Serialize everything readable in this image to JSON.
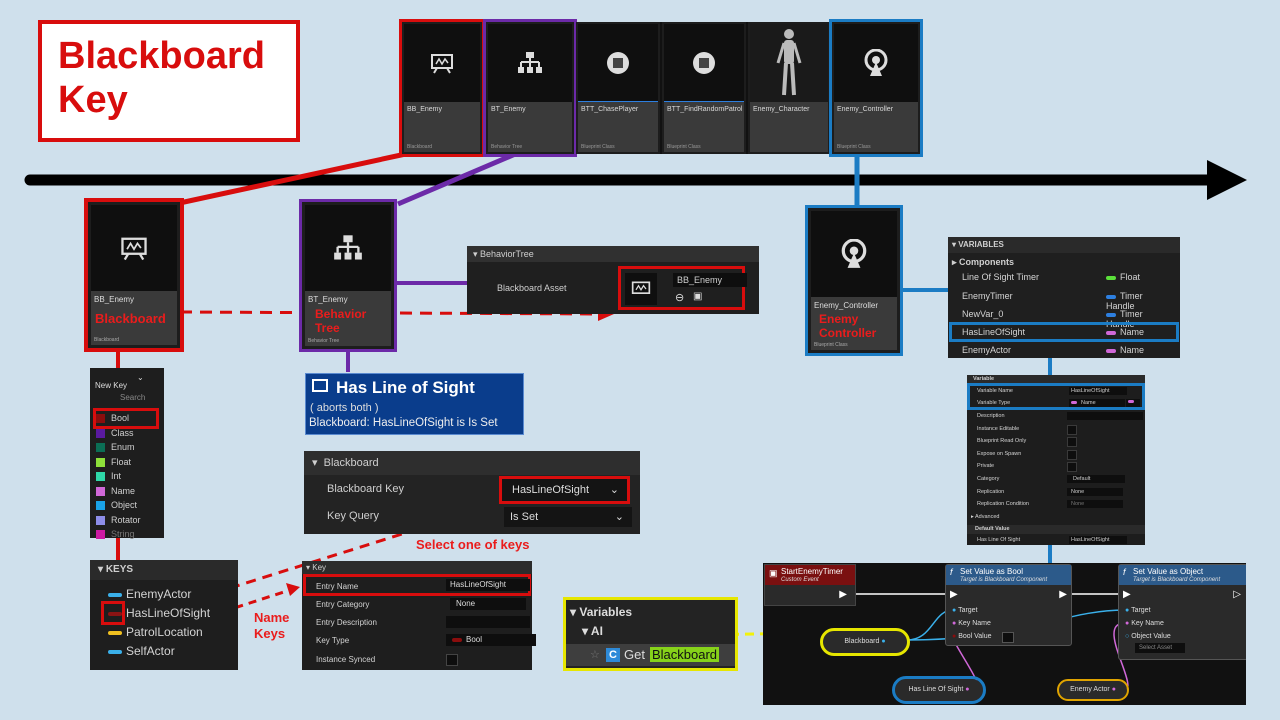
{
  "title_box": {
    "text": "Blackboard Key"
  },
  "asset_tiles": [
    {
      "name": "BB_Enemy",
      "type": "Blackboard"
    },
    {
      "name": "BT_Enemy",
      "type": "Behavior Tree"
    },
    {
      "name": "BTT_ChasePlayer",
      "type": "Blueprint Class"
    },
    {
      "name": "BTT_FindRandomPatrol",
      "type": "Blueprint Class"
    },
    {
      "name": "Enemy_Character",
      "type": ""
    },
    {
      "name": "Enemy_Controller",
      "type": "Blueprint Class"
    }
  ],
  "big_assets": {
    "bb": {
      "name": "BB_Enemy",
      "caption": "Blackboard",
      "sub": "Blackboard"
    },
    "bt": {
      "name": "BT_Enemy",
      "caption": "Behavior Tree",
      "sub": "Behavior Tree"
    },
    "ec": {
      "name": "Enemy_Controller",
      "caption": "Enemy Controller",
      "sub": "Blueprint Class"
    }
  },
  "behavior_tree_panel": {
    "header": "BehaviorTree",
    "label": "Blackboard Asset",
    "value": "BB_Enemy"
  },
  "new_key_menu": {
    "button": "New Key",
    "search_placeholder": "Search",
    "types": [
      {
        "label": "Bool",
        "color": "#8b0d0d"
      },
      {
        "label": "Class",
        "color": "#5a1aa0"
      },
      {
        "label": "Enum",
        "color": "#0b6e55"
      },
      {
        "label": "Float",
        "color": "#8ee03a"
      },
      {
        "label": "Int",
        "color": "#2fd8a8"
      },
      {
        "label": "Name",
        "color": "#d068d8"
      },
      {
        "label": "Object",
        "color": "#1aa3e8"
      },
      {
        "label": "Rotator",
        "color": "#8d8de8"
      },
      {
        "label": "String",
        "color": "#cc1aa3"
      }
    ]
  },
  "keys_panel": {
    "header": "KEYS",
    "items": [
      {
        "label": "EnemyActor",
        "color": "#3ab0ea"
      },
      {
        "label": "HasLineOfSight",
        "color": "#8b1414"
      },
      {
        "label": "PatrolLocation",
        "color": "#f0c020"
      },
      {
        "label": "SelfActor",
        "color": "#3ab0ea"
      }
    ]
  },
  "decorator": {
    "title": "Has Line of Sight",
    "line1": "( aborts both )",
    "line2": "Blackboard: HasLineOfSight is Is Set"
  },
  "blackboard_panel": {
    "header": "Blackboard",
    "key_label": "Blackboard Key",
    "key_value": "HasLineOfSight",
    "query_label": "Key Query",
    "query_value": "Is Set"
  },
  "annotations": {
    "select_keys": "Select one of keys",
    "name_keys": "Name\nKeys"
  },
  "key_panel": {
    "header": "Key",
    "rows": [
      {
        "label": "Entry Name",
        "value": "HasLineOfSight"
      },
      {
        "label": "Entry Category",
        "value": "None"
      },
      {
        "label": "Entry Description",
        "value": ""
      },
      {
        "label": "Key Type",
        "value": "Bool"
      },
      {
        "label": "Instance Synced",
        "value": ""
      }
    ]
  },
  "variables_panel": {
    "header": "VARIABLES",
    "section": "Components",
    "rows": [
      {
        "name": "Line Of Sight Timer",
        "type": "Float",
        "color": "#5be03a"
      },
      {
        "name": "EnemyTimer",
        "type": "Timer Handle",
        "color": "#2d7fe0"
      },
      {
        "name": "NewVar_0",
        "type": "Timer Handle",
        "color": "#2d7fe0"
      },
      {
        "name": "HasLineOfSight",
        "type": "Name",
        "color": "#d068d8"
      },
      {
        "name": "EnemyActor",
        "type": "Name",
        "color": "#d068d8"
      }
    ]
  },
  "variable_details": {
    "header": "Variable",
    "rows": [
      {
        "label": "Variable Name",
        "value": "HasLineOfSight"
      },
      {
        "label": "Variable Type",
        "value": "Name"
      },
      {
        "label": "Description",
        "value": ""
      },
      {
        "label": "Instance Editable",
        "value": ""
      },
      {
        "label": "Blueprint Read Only",
        "value": ""
      },
      {
        "label": "Expose on Spawn",
        "value": ""
      },
      {
        "label": "Private",
        "value": ""
      },
      {
        "label": "Category",
        "value": "Default"
      },
      {
        "label": "Replication",
        "value": "None"
      },
      {
        "label": "Replication Condition",
        "value": "None"
      }
    ],
    "advanced": "Advanced",
    "default_header": "Default Value",
    "default_label": "Has Line Of Sight",
    "default_value": "HasLineOfSight"
  },
  "variables_small": {
    "header": "Variables",
    "category": "AI",
    "get_prefix": "Get",
    "get_name": "Blackboard"
  },
  "graph": {
    "event_title": "StartEnemyTimer",
    "event_sub": "Custom Event",
    "bool_node": {
      "title": "Set Value as Bool",
      "sub": "Target is Blackboard Component",
      "target": "Target",
      "key": "Key Name",
      "val": "Bool Value"
    },
    "obj_node": {
      "title": "Set Value as Object",
      "sub": "Target is Blackboard Component",
      "target": "Target",
      "key": "Key Name",
      "val": "Object Value",
      "select": "Select Asset"
    },
    "blackboard_pill": "Blackboard",
    "los_pill": "Has Line Of Sight",
    "enemy_pill": "Enemy Actor"
  }
}
